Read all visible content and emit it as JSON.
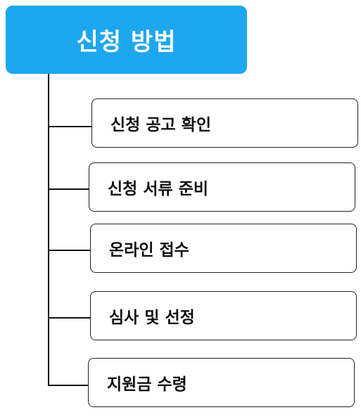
{
  "title": "신청 방법",
  "steps": [
    {
      "label": "신청 공고 확인"
    },
    {
      "label": "신청 서류 준비"
    },
    {
      "label": "온라인 접수"
    },
    {
      "label": "심사 및 선정"
    },
    {
      "label": "지원금 수령"
    }
  ],
  "colors": {
    "title_bg": "#1ea7ee",
    "title_text": "#ffffff",
    "line": "#111111",
    "box_border": "#222222"
  }
}
